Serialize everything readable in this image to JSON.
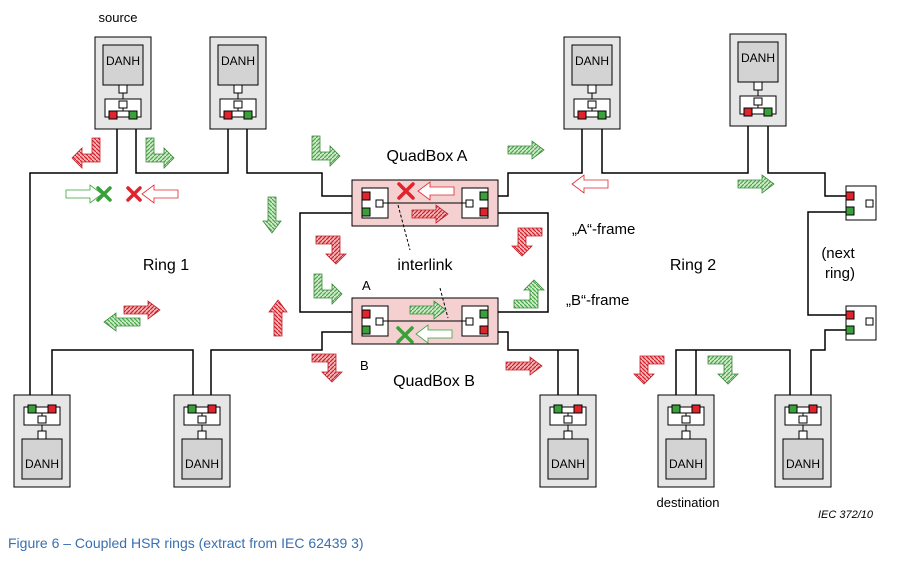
{
  "labels": {
    "source": "source",
    "destination": "destination",
    "ring1": "Ring 1",
    "ring2": "Ring 2",
    "quadbox_a": "QuadBox A",
    "quadbox_b": "QuadBox B",
    "interlink": "interlink",
    "a_frame": "„A“-frame",
    "b_frame": "„B“-frame",
    "next_ring_1": "(next",
    "next_ring_2": "ring)",
    "port_a": "A",
    "port_b": "B",
    "danh": "DANH",
    "iec_ref": "IEC   372/10"
  },
  "caption": "Figure 6 – Coupled HSR rings (extract from IEC 62439 3)",
  "colors": {
    "red": "#e0242b",
    "green": "#3aa13a",
    "box_fill": "#e6e6e6",
    "quadbox_fill": "#f5d0d0",
    "caption": "#3a6fb0"
  }
}
